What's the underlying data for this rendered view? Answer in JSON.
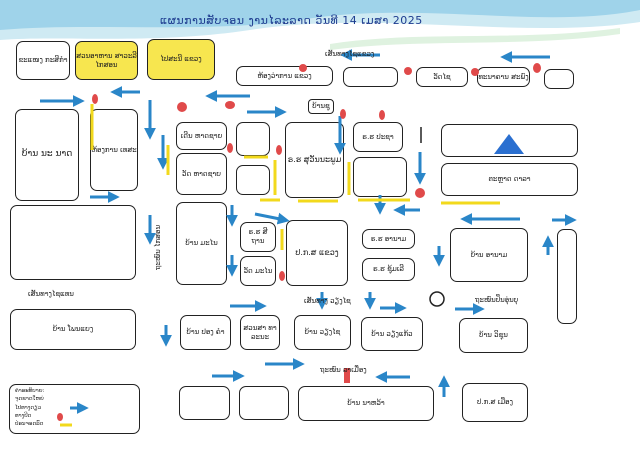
{
  "title": "ແຜນການສັບຈອນ ງານໄລະລາດ ວັນທີ 14 ເມສາ 2025",
  "blocks": {
    "b1": "ຂະແໜງ ກະສິກຳ",
    "b2": "ສວນອາຫານ ສາວະລີ ໄກສອນ",
    "b3": "ໄປສະນີ ແຂວງ",
    "b4": "ຫ້ອງວ່າການ ແຂວງ",
    "b5": "ວັດໄຊ",
    "b6": "ທະນາຄານ ສະພົງ",
    "b7": "ບ້ານ ນະ ນາດ",
    "b8": "ຫ້ອງການ ເທສະ",
    "b9": "ເດີນ ຫາດຊາຍ",
    "b10": "ວັດ ຫາດຊາຍ",
    "b11": "ຣ.ຮ ສຸວັນນະພູມ",
    "b12": "ຣ.ຮ ປະຊາ",
    "b13": "ຕະຫຼາດ ດາລາ",
    "b14": "ບ້ານ ມະໄນ",
    "b15": "ຣ.ຮ ສີ ຖານ",
    "b16": "ວັດ ມະໄນ",
    "b17": "ປ.ກ.ສ ແຂວງ",
    "b18": "ຣ.ຮ ອານາມ",
    "b19": "ຣ.ຮ ຊຸ້ມເລີ",
    "b20": "ບ້ານ ອານາມ",
    "b21": "ບ້ານ ໂພນແຍງ",
    "b22": "ບ້ານ ປອງ ຄຳ",
    "b23": "ສວນສາ ທາລະນະ",
    "b24": "ບ້ານ ວຽງໄຊ",
    "b25": "ບ້ານ ວຽງແກ້ວ",
    "b26": "ບ້ານ ວິຊຸນ",
    "b27": "ບ້ານ ນາຫວ້າ",
    "b28": "ປ.ກ.ສ ເມືອງ"
  },
  "labels": {
    "road_top": "ເສັ້ນທາງໄຊແຂວງ",
    "bus": "ບ້ານຊຸ",
    "road_left": "ເສັ້ນທາງໄຊແທນ",
    "road_mid": "ເສັ້ນທາງ ວຽງໄຊ",
    "road_right": "ຖະໜົນປິ່ນອຸ່ນບຸ",
    "road_bottom": "ຖະໜົນ ລາເມື່ອງ",
    "road_vertical": "ຖະໜົນ ໄກສອນ"
  },
  "legend": {
    "title": "ຄຳອະທິບາຍ:",
    "item1": "ຈຸດຂາດໃຫຍ່",
    "item2": "ໄປທາງດຽວ",
    "item3": "ທາງປິດ",
    "item4": "ປ່ອນຈອດລົດ"
  },
  "colors": {
    "arrow": "#2a86c8",
    "closure": "#e04a4a",
    "parking": "#f2d91c",
    "block_highlight": "#f7e64f",
    "market_triangle": "#2a6fd0",
    "title": "#1d3b8f"
  }
}
